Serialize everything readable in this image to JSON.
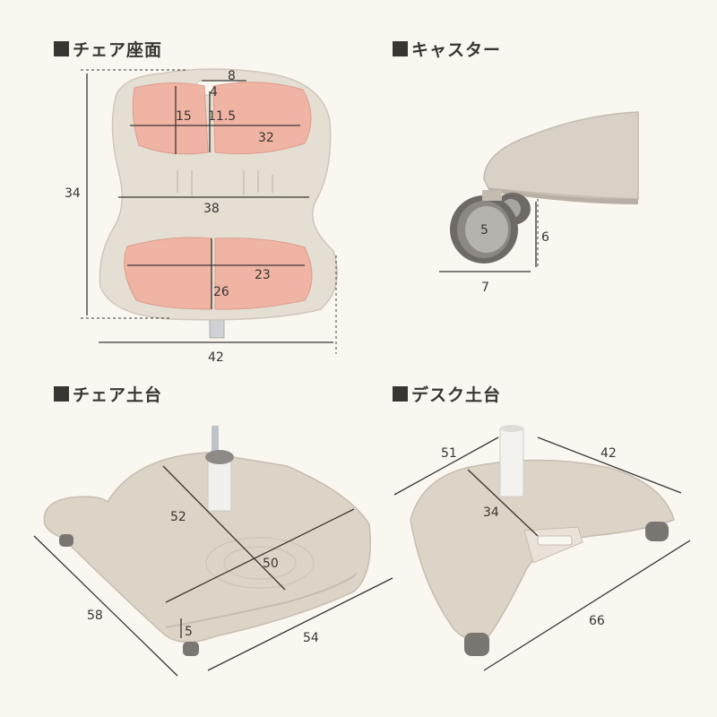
{
  "headings": {
    "seat": "チェア座面",
    "caster": "キャスター",
    "chair_base": "チェア土台",
    "desk_base": "デスク土台"
  },
  "seat_dims": {
    "handle_w": "8",
    "handle_h": "4",
    "back_h": "15",
    "back_center_h": "11.5",
    "back_pad_w": "32",
    "total_h": "34",
    "waist_w": "38",
    "seat_pad_w": "23",
    "seat_pad_d": "26",
    "total_w": "42"
  },
  "caster_dims": {
    "wheel_d": "5",
    "height": "6",
    "depth": "7"
  },
  "chair_base_dims": {
    "diag_a": "52",
    "diag_b": "50",
    "side_left": "58",
    "side_right": "54",
    "thickness": "5"
  },
  "desk_base_dims": {
    "side_a": "51",
    "side_b": "42",
    "inner": "34",
    "width": "66"
  },
  "colors": {
    "background": "#faf7f1",
    "product": "#e3ddd2",
    "pad": "#efb6a6",
    "ink": "#3a3532"
  }
}
